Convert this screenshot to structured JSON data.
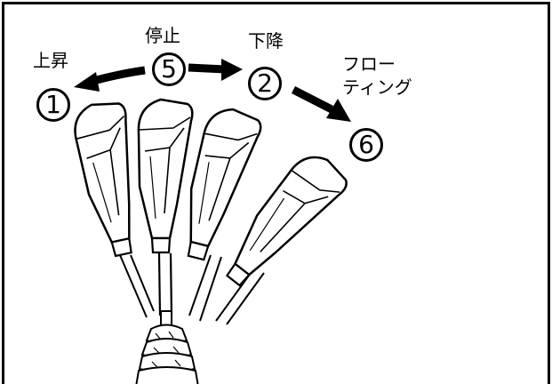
{
  "positions": [
    {
      "id": "raise",
      "label": "上昇",
      "number": "1"
    },
    {
      "id": "stop",
      "label": "停止",
      "number": "5"
    },
    {
      "id": "lower",
      "label": "下降",
      "number": "2"
    },
    {
      "id": "float",
      "label_line1": "フロー",
      "label_line2": "ティング",
      "number": "6"
    }
  ],
  "colors": {
    "ink": "#000000",
    "paper": "#ffffff"
  }
}
